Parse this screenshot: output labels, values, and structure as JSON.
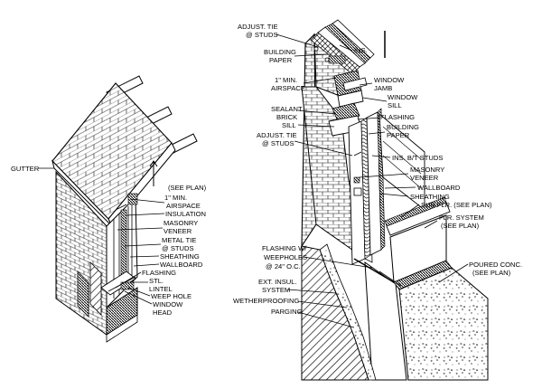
{
  "left_detail": {
    "labels": {
      "gutter": "GUTTER",
      "see_plan": "(SEE PLAN)",
      "airspace_1": "1\" MIN.",
      "airspace_2": "AIRSPACE",
      "insulation": "INSULATION",
      "masonry_1": "MASONRY",
      "masonry_2": "VENEER",
      "metal_tie_1": "METAL TIE",
      "metal_tie_2": "@ STUDS",
      "sheathing": "SHEATHING",
      "wallboard": "WALLBOARD",
      "flashing": "FLASHING",
      "stl_1": "STL.",
      "stl_2": "LINTEL",
      "weep_hole": "WEEP HOLE",
      "window_head_1": "WINDOW",
      "window_head_2": "HEAD"
    }
  },
  "right_detail": {
    "labels": {
      "adjust_tie_top_1": "ADJUST. TIE",
      "adjust_tie_top_2": "@ STUDS",
      "building_paper_top_1": "BUILDING",
      "building_paper_top_2": "PAPER",
      "ins": "INS.",
      "min_airspace_1": "1\" MIN.",
      "min_airspace_2": "AIRSPACE",
      "window_jamb_1": "WINDOW",
      "window_jamb_2": "JAMB",
      "window_sill_1": "WINDOW",
      "window_sill_2": "SILL",
      "sealant_1": "SEALANT",
      "sealant_2": "BRICK",
      "sealant_3": "SILL",
      "flashing": "FLASHING",
      "building_paper_1": "BUILDING",
      "building_paper_2": "PAPER",
      "adjust_tie_mid_1": "ADJUST. TIE",
      "adjust_tie_mid_2": "@ STUDS",
      "ins_bt_studs": "INS. B/T STUDS",
      "masonry_1": "MASONRY",
      "masonry_2": "VENEER",
      "wallboard": "WALLBOARD",
      "sheathing": "SHEATHING",
      "sub_flr": "SUB FLR. (SEE PLAN)",
      "flr_system_1": "FLR. SYSTEM",
      "flr_system_2": "(SEE PLAN)",
      "flashing_weep_1": "FLASHING W/",
      "flashing_weep_2": "WEEPHOLES",
      "flashing_weep_3": "@ 24\" O.C.",
      "poured_conc_1": "POURED CONC.",
      "poured_conc_2": "(SEE PLAN)",
      "ext_insul_1": "EXT. INSUL.",
      "ext_insul_2": "SYSTEM",
      "wetherproofing": "WETHERPROOFING",
      "parging": "PARGING"
    }
  }
}
